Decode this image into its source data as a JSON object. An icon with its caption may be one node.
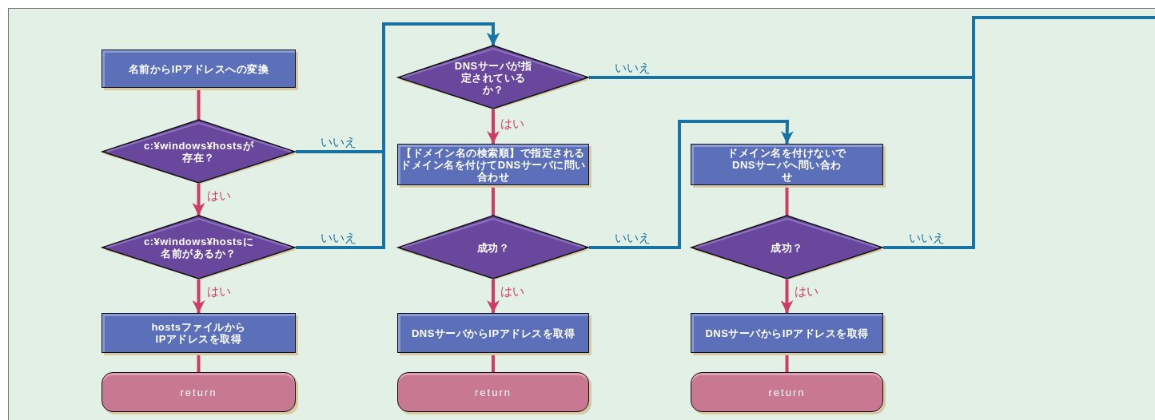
{
  "diagram": {
    "nodes": [
      {
        "text": [
          "名前からIPアドレスへの変換"
        ]
      },
      {
        "text": [
          "c:¥windows¥hostsが存在？"
        ]
      },
      {
        "text": [
          "c:¥windows¥hostsに名前があるか？"
        ]
      },
      {
        "text": [
          "hostsファイルからIPアドレスを取得"
        ]
      },
      {
        "text": [
          "return"
        ]
      },
      {
        "text": [
          "DNSサーバが指定されているか？"
        ]
      },
      {
        "text": [
          "【ドメイン名の検索順】で指定されるドメイン名を付けてDNSサーバに問い合わせ"
        ]
      },
      {
        "text": [
          "成功？"
        ]
      },
      {
        "text": [
          "DNSサーバからIPアドレスを取得"
        ]
      },
      {
        "text": [
          "return"
        ]
      },
      {
        "text": [
          "ドメイン名を付けないでDNSサーバへ問い合わせ"
        ]
      },
      {
        "text": [
          "成功？"
        ]
      },
      {
        "text": [
          "DNSサーバからIPアドレスを取得"
        ]
      },
      {
        "text": [
          "return"
        ]
      }
    ],
    "edges": [
      {
        "from": 0,
        "to": 1,
        "arrow": "none"
      },
      {
        "from": 1,
        "to": 2,
        "arrow": "to",
        "label": "はい"
      },
      {
        "from": 2,
        "to": 3,
        "arrow": "to",
        "label": "はい"
      },
      {
        "from": 3,
        "to": 4,
        "arrow": "none"
      },
      {
        "from": 1,
        "to": 5,
        "arrow": "to",
        "label": "いいえ",
        "color": "#1873a3"
      },
      {
        "from": 2,
        "to": 5,
        "arrow": "to",
        "label": "いいえ",
        "color": "#1873a3"
      },
      {
        "from": 5,
        "to": 6,
        "arrow": "to",
        "label": "はい"
      },
      {
        "from": 6,
        "to": 7,
        "arrow": "none"
      },
      {
        "from": 7,
        "to": 8,
        "arrow": "to",
        "label": "はい"
      },
      {
        "from": 8,
        "to": 9,
        "arrow": "none"
      },
      {
        "from": 7,
        "to": 10,
        "arrow": "to",
        "label": "いいえ",
        "color": "#1873a3"
      },
      {
        "from": 10,
        "to": 11,
        "arrow": "none"
      },
      {
        "from": 11,
        "to": 12,
        "arrow": "to",
        "label": "はい"
      },
      {
        "from": 12,
        "to": 13,
        "arrow": "none"
      },
      {
        "from": 5,
        "to": null,
        "arrow": "none",
        "label": "いいえ",
        "color": "#1873a3"
      },
      {
        "from": 11,
        "to": null,
        "arrow": "none",
        "label": "いいえ",
        "color": "#1873a3"
      }
    ]
  }
}
